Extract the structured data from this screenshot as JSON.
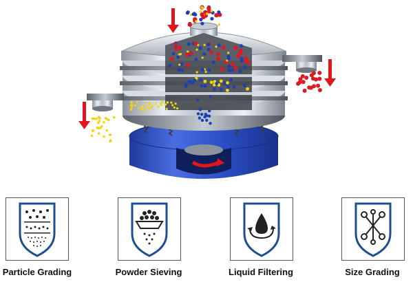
{
  "colors": {
    "arrow": "#e0161c",
    "particle_red": "#d81c24",
    "particle_blue": "#1c3fb8",
    "particle_yellow": "#f2d50f",
    "base_blue": "#2d52c9",
    "icon_blue": "#1f4e8c"
  },
  "icons": [
    "particle-grading-icon",
    "powder-sieving-icon",
    "liquid-filtering-icon",
    "size-grading-icon"
  ],
  "captions": {
    "particle_grading": "Particle Grading",
    "powder_sieving": "Powder Sieving",
    "liquid_filtering": "Liquid Filtering",
    "size_grading": "Size Grading"
  }
}
